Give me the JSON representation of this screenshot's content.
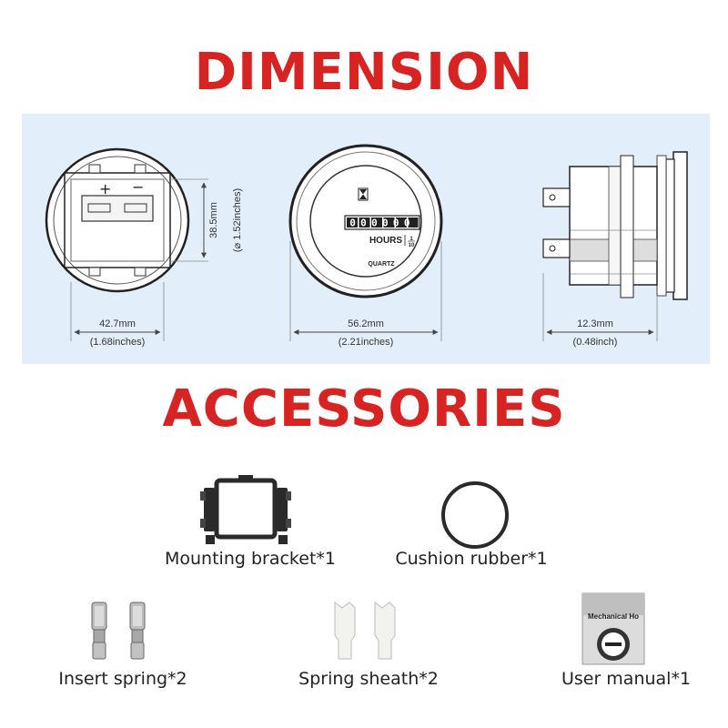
{
  "titles": {
    "dimension": "DIMENSION",
    "accessories": "ACCESSORIES"
  },
  "dimensions": {
    "back_view": {
      "width_mm": "42.7mm",
      "width_in": "(1.68inches)",
      "height_mm": "38.5mm",
      "height_in": "(⌀ 1.52inches)",
      "plus_sign": "+",
      "minus_sign": "−"
    },
    "front_view": {
      "width_mm": "56.2mm",
      "width_in": "(2.21inches)",
      "counter": "000000",
      "unit": "HOURS",
      "fraction_num": "1",
      "fraction_den": "10",
      "brand": "QUARTZ"
    },
    "side_view": {
      "depth_mm": "12.3mm",
      "depth_in": "(0.48inch)"
    }
  },
  "accessories": {
    "mounting_bracket": "Mounting bracket*1",
    "cushion_rubber": "Cushion rubber*1",
    "insert_spring": "Insert spring*2",
    "spring_sheath": "Spring sheath*2",
    "user_manual": "User manual*1",
    "manual_cover_text": "Mechanical Ho"
  },
  "colors": {
    "heading": "#d82323",
    "panel": "#e3eefb"
  }
}
